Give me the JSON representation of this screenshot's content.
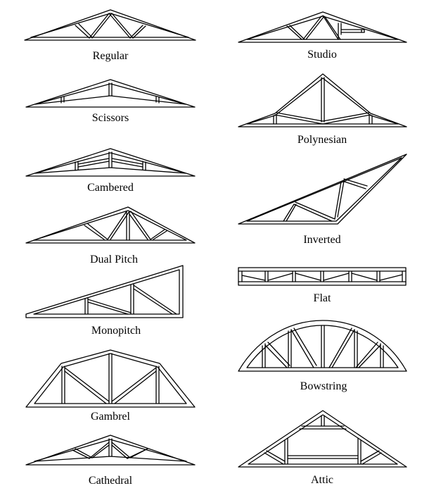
{
  "trusses": [
    {
      "id": "regular",
      "name": "Regular"
    },
    {
      "id": "studio",
      "name": "Studio"
    },
    {
      "id": "scissors",
      "name": "Scissors"
    },
    {
      "id": "polynesian",
      "name": "Polynesian"
    },
    {
      "id": "cambered",
      "name": "Cambered"
    },
    {
      "id": "inverted",
      "name": "Inverted"
    },
    {
      "id": "dual-pitch",
      "name": "Dual Pitch"
    },
    {
      "id": "flat",
      "name": "Flat"
    },
    {
      "id": "monopitch",
      "name": "Monopitch"
    },
    {
      "id": "bowstring",
      "name": "Bowstring"
    },
    {
      "id": "gambrel",
      "name": "Gambrel"
    },
    {
      "id": "cathedral",
      "name": "Cathedral"
    },
    {
      "id": "attic",
      "name": "Attic"
    }
  ]
}
